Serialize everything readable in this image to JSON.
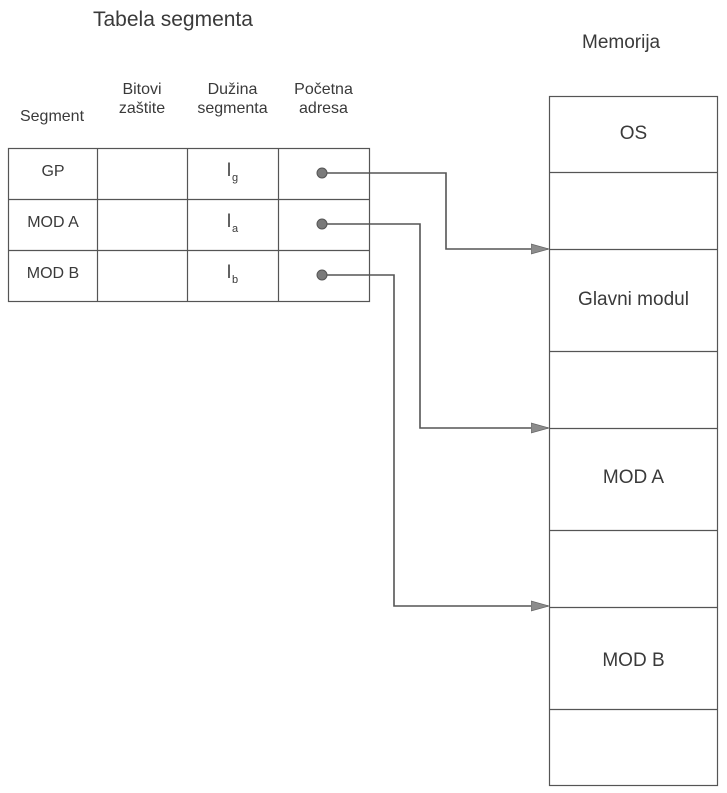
{
  "segment_table": {
    "title": "Tabela segmenta",
    "columns": [
      {
        "line1": "",
        "line2": "Segment"
      },
      {
        "line1": "Bitovi",
        "line2": "zaštite"
      },
      {
        "line1": "Dužina",
        "line2": "segmenta"
      },
      {
        "line1": "Početna",
        "line2": "adresa"
      }
    ],
    "rows": [
      {
        "segment": "GP",
        "protection_bits": "",
        "length_base": "l",
        "length_sub": "g",
        "start_address": "pointer",
        "points_to": "Glavni modul"
      },
      {
        "segment": "MOD A",
        "protection_bits": "",
        "length_base": "l",
        "length_sub": "a",
        "start_address": "pointer",
        "points_to": "MOD A"
      },
      {
        "segment": "MOD B",
        "protection_bits": "",
        "length_base": "l",
        "length_sub": "b",
        "start_address": "pointer",
        "points_to": "MOD B"
      }
    ]
  },
  "memory": {
    "title": "Memorija",
    "blocks": [
      {
        "label": "OS"
      },
      {
        "label": ""
      },
      {
        "label": "Glavni modul"
      },
      {
        "label": ""
      },
      {
        "label": "MOD A"
      },
      {
        "label": ""
      },
      {
        "label": "MOD B"
      },
      {
        "label": ""
      }
    ]
  },
  "colors": {
    "line": "#555555",
    "dot": "#7a7a7a",
    "arrowhead": "#8c8c8c",
    "text": "#3a3a3a"
  }
}
